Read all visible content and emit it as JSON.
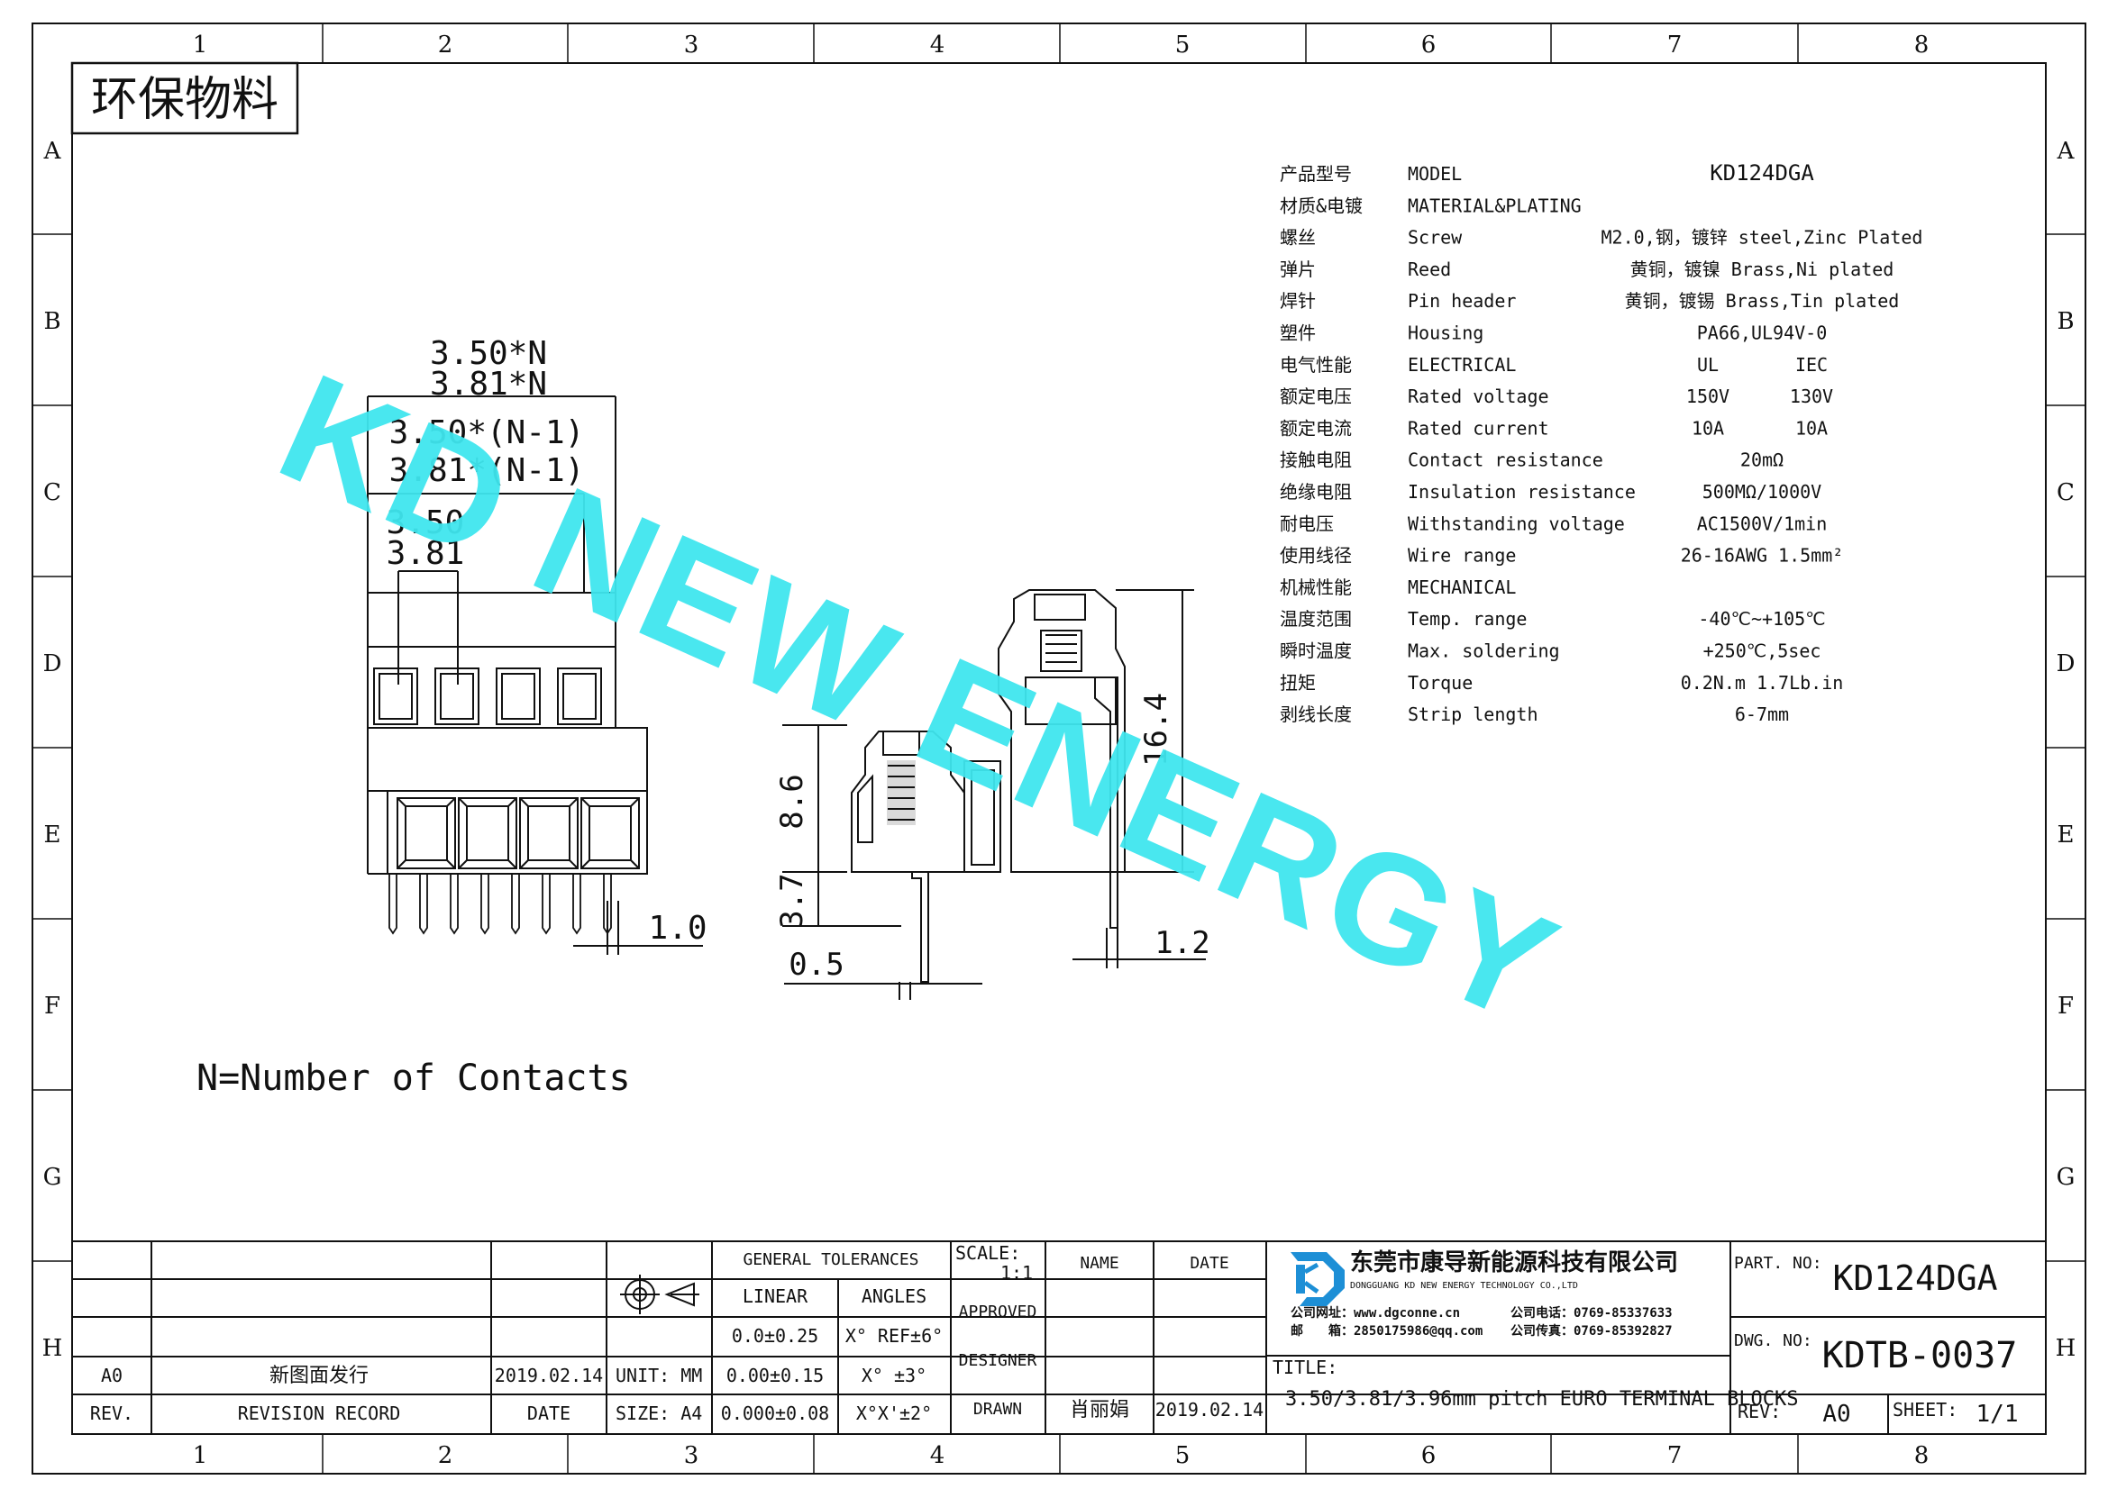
{
  "frame": {
    "columns": [
      "1",
      "2",
      "3",
      "4",
      "5",
      "6",
      "7",
      "8"
    ],
    "rows": [
      "A",
      "B",
      "C",
      "D",
      "E",
      "F",
      "G",
      "H"
    ]
  },
  "stamp": "环保物料",
  "watermark": "KD NEW ENERGY",
  "dimensions": {
    "pitch_n_a": "3.50*N",
    "pitch_n_b": "3.81*N",
    "pitch_n1_a": "3.50*(N-1)",
    "pitch_n1_b": "3.81*(N-1)",
    "pitch_a": "3.50",
    "pitch_b": "3.81",
    "pin_width": "1.0",
    "height_body": "8.6",
    "height_pin": "3.7",
    "pin_thickness": "0.5",
    "total_height": "16.4",
    "pin_offset": "1.2"
  },
  "note": "N=Number of Contacts",
  "specs": [
    {
      "cn": "产品型号",
      "en": "MODEL",
      "val": "KD124DGA",
      "val2": ""
    },
    {
      "cn": "材质&电镀",
      "en": "MATERIAL&PLATING",
      "val": "",
      "val2": ""
    },
    {
      "cn": "螺丝",
      "en": "Screw",
      "val": "M2.0,钢，镀锌 steel,Zinc Plated",
      "val2": ""
    },
    {
      "cn": "弹片",
      "en": "Reed",
      "val": "黄铜，镀镍 Brass,Ni plated",
      "val2": ""
    },
    {
      "cn": "焊针",
      "en": "Pin header",
      "val": "黄铜，镀锡 Brass,Tin plated",
      "val2": ""
    },
    {
      "cn": "塑件",
      "en": "Housing",
      "val": "PA66,UL94V-0",
      "val2": ""
    },
    {
      "cn": "电气性能",
      "en": "ELECTRICAL",
      "val": "UL",
      "val2": "IEC"
    },
    {
      "cn": "额定电压",
      "en": "Rated voltage",
      "val": "150V",
      "val2": "130V"
    },
    {
      "cn": "额定电流",
      "en": "Rated current",
      "val": "10A",
      "val2": "10A"
    },
    {
      "cn": "接触电阻",
      "en": "Contact resistance",
      "val": "20mΩ",
      "val2": ""
    },
    {
      "cn": "绝缘电阻",
      "en": "Insulation resistance",
      "val": "500MΩ/1000V",
      "val2": ""
    },
    {
      "cn": "耐电压",
      "en": "Withstanding voltage",
      "val": "AC1500V/1min",
      "val2": ""
    },
    {
      "cn": "使用线径",
      "en": "Wire range",
      "val": "26-16AWG 1.5mm²",
      "val2": ""
    },
    {
      "cn": "机械性能",
      "en": "MECHANICAL",
      "val": "",
      "val2": ""
    },
    {
      "cn": "温度范围",
      "en": "Temp. range",
      "val": "-40℃~+105℃",
      "val2": ""
    },
    {
      "cn": "瞬时温度",
      "en": "Max. soldering",
      "val": "+250℃,5sec",
      "val2": ""
    },
    {
      "cn": "扭矩",
      "en": "Torque",
      "val": "0.2N.m 1.7Lb.in",
      "val2": ""
    },
    {
      "cn": "剥线长度",
      "en": "Strip length",
      "val": "6-7mm",
      "val2": ""
    }
  ],
  "titleblock": {
    "rev_value": "A0",
    "revision_record": "新图面发行",
    "rev_date": "2019.02.14",
    "rev_label": "REV.",
    "revision_record_label": "REVISION RECORD",
    "date_label": "DATE",
    "unit": "UNIT: MM",
    "size": "SIZE: A4",
    "general_tolerances": "GENERAL TOLERANCES",
    "linear": "LINEAR",
    "angles": "ANGLES",
    "tol1": "0.0±0.25",
    "tol2": "0.00±0.15",
    "tol3": "0.000±0.08",
    "ang1": "X° REF±6°",
    "ang2": "X° ±3°",
    "ang3": "X°X'±2°",
    "scale_label": "SCALE:",
    "scale_value": "1:1",
    "name_label": "NAME",
    "date_col_label": "DATE",
    "approved": "APPROVED",
    "designer": "DESIGNER",
    "drawn": "DRAWN",
    "drawn_name": "肖丽娟",
    "drawn_date": "2019.02.14",
    "company_cn": "东莞市康导新能源科技有限公司",
    "company_en": "DONGGUANG KD NEW ENERGY TECHNOLOGY CO.,LTD",
    "web": "公司网址：www.dgconne.cn",
    "phone": "公司电话：0769-85337633",
    "email": "邮　　箱：2850175986@qq.com",
    "fax": "公司传真：0769-85392827",
    "title_label": "TITLE:",
    "title": "3.50/3.81/3.96mm pitch EURO TERMINAL BLOCKS",
    "part_no_label": "PART. NO:",
    "part_no": "KD124DGA",
    "dwg_no_label": "DWG. NO:",
    "dwg_no": "KDTB-0037",
    "rev2_label": "REV:",
    "rev2_value": "A0",
    "sheet_label": "SHEET:",
    "sheet_value": "1/1"
  },
  "colors": {
    "watermark": "#3fe6ee",
    "logo": "#1d8fd6",
    "line": "#111111"
  }
}
